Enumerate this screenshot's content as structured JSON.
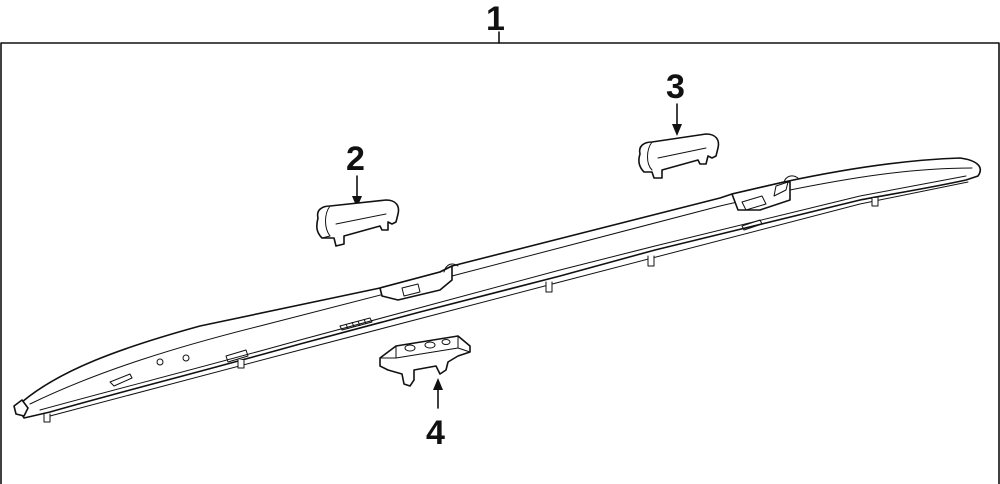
{
  "diagram": {
    "callouts": [
      {
        "id": "callout-1",
        "label": "1"
      },
      {
        "id": "callout-2",
        "label": "2"
      },
      {
        "id": "callout-3",
        "label": "3"
      },
      {
        "id": "callout-4",
        "label": "4"
      }
    ],
    "parts": [
      {
        "id": "roof-rack-rail",
        "icon": "roof-rail-part-icon"
      },
      {
        "id": "front-cover",
        "icon": "end-cover-part-icon"
      },
      {
        "id": "rear-cover",
        "icon": "end-cover-part-icon"
      },
      {
        "id": "support-leg",
        "icon": "support-leg-part-icon"
      }
    ],
    "colors": {
      "line": "#111111",
      "background": "#ffffff"
    }
  }
}
